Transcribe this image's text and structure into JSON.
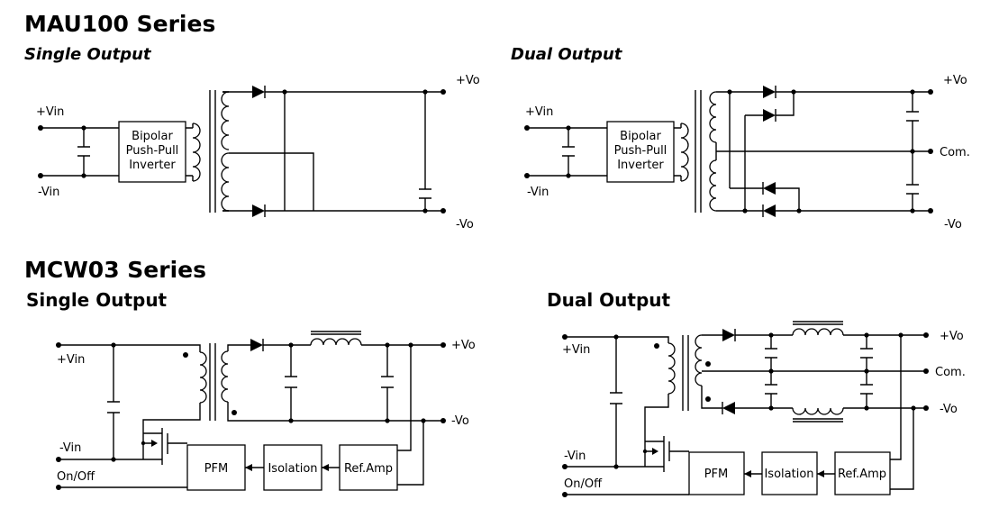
{
  "mau100": {
    "title": "MAU100 Series",
    "single": {
      "label": "Single Output",
      "block": [
        "Bipolar",
        "Push-Pull",
        "Inverter"
      ],
      "pins": {
        "vin_pos": "+Vin",
        "vin_neg": "-Vin",
        "vo_pos": "+Vo",
        "vo_neg": "-Vo"
      }
    },
    "dual": {
      "label": "Dual Output",
      "block": [
        "Bipolar",
        "Push-Pull",
        "Inverter"
      ],
      "pins": {
        "vin_pos": "+Vin",
        "vin_neg": "-Vin",
        "vo_pos": "+Vo",
        "com": "Com.",
        "vo_neg": "-Vo"
      }
    }
  },
  "mcw03": {
    "title": "MCW03 Series",
    "single": {
      "label": "Single Output",
      "blocks": {
        "pfm": "PFM",
        "isolation": "Isolation",
        "refamp": "Ref.Amp"
      },
      "pins": {
        "vin_pos": "+Vin",
        "vin_neg": "-Vin",
        "onoff": "On/Off",
        "vo_pos": "+Vo",
        "vo_neg": "-Vo"
      }
    },
    "dual": {
      "label": "Dual Output",
      "blocks": {
        "pfm": "PFM",
        "isolation": "Isolation",
        "refamp": "Ref.Amp"
      },
      "pins": {
        "vin_pos": "+Vin",
        "vin_neg": "-Vin",
        "onoff": "On/Off",
        "vo_pos": "+Vo",
        "com": "Com.",
        "vo_neg": "-Vo"
      }
    }
  }
}
